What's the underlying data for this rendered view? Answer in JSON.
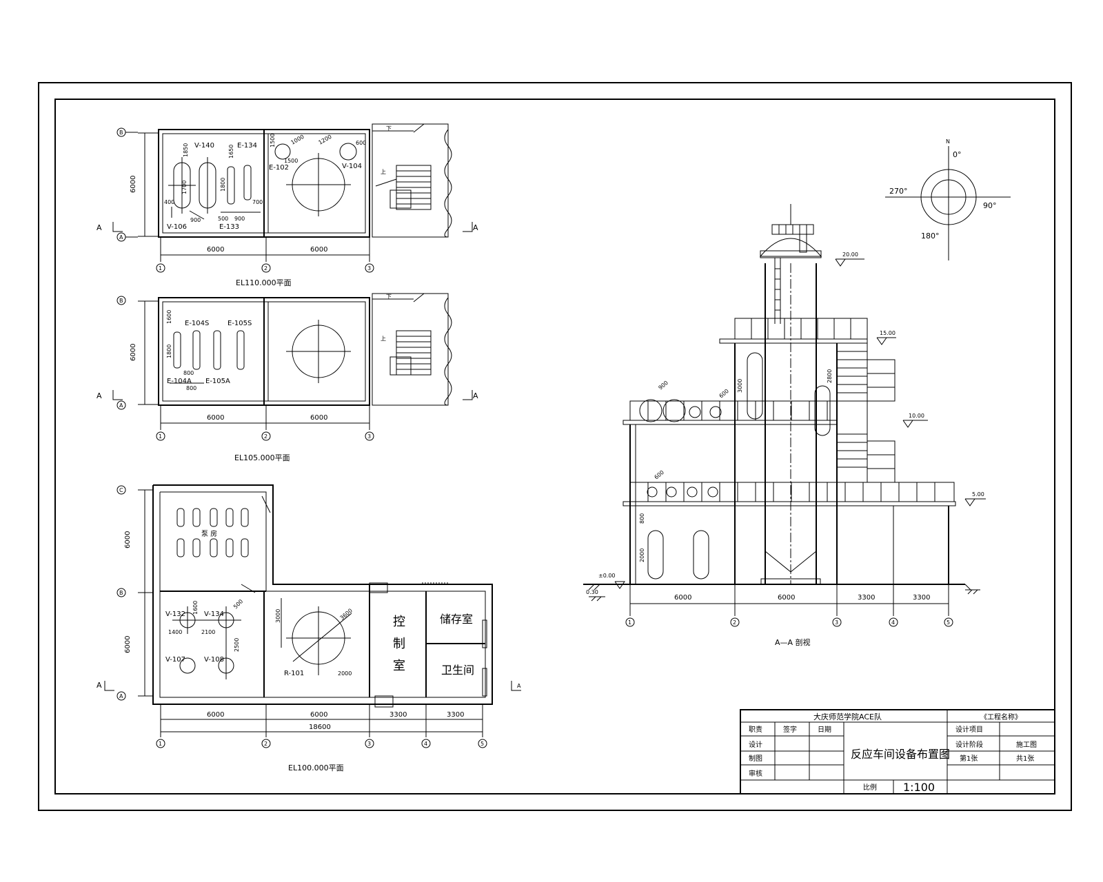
{
  "plan110": {
    "title": "EL110.000平面",
    "equipment": {
      "v140": "V-140",
      "e134": "E-134",
      "e102": "E-102",
      "v104": "V-104",
      "v106": "V-106",
      "e133": "E-133"
    },
    "dims": {
      "d1850": "1850",
      "d1650": "1650",
      "d1700": "1700",
      "d1800": "1800",
      "d400": "400",
      "d900": "900",
      "d500": "500",
      "d900b": "900",
      "d700": "700",
      "d1500a": "1500",
      "d1000": "1000",
      "d1200": "1200",
      "d600": "600",
      "d1500b": "1500",
      "d6000h": "6000",
      "d6000a": "6000",
      "d6000b": "6000"
    },
    "labels": {
      "down": "下",
      "up": "上",
      "secA": "A",
      "grid1": "1",
      "grid2": "2",
      "grid3": "3",
      "gridA": "A",
      "gridB": "B"
    }
  },
  "plan105": {
    "title": "EL105.000平面",
    "equipment": {
      "e104s": "E-104S",
      "e105s": "E-105S",
      "e104a": "E-104A",
      "e105a": "E-105A"
    },
    "dims": {
      "d1600": "1600",
      "d1800": "1800",
      "d800a": "800",
      "d800b": "800",
      "d6000h": "6000",
      "d6000a": "6000",
      "d6000b": "6000"
    },
    "labels": {
      "down": "下",
      "up": "上",
      "secA": "A",
      "grid1": "1",
      "grid2": "2",
      "grid3": "3",
      "gridA": "A",
      "gridB": "B"
    }
  },
  "plan100": {
    "title": "EL100.000平面",
    "equipment": {
      "v132": "V-132",
      "v134": "V-134",
      "v107": "V-107",
      "v108": "V-108",
      "r101": "R-101"
    },
    "rooms": {
      "pump": "泵 房",
      "control1": "控",
      "control2": "制",
      "control3": "室",
      "storage": "储存室",
      "toilet": "卫生间"
    },
    "dims": {
      "d1600": "1600",
      "d1400": "1400",
      "d2100": "2100",
      "d500": "500",
      "d2500": "2500",
      "d3000": "3000",
      "d3600": "3600",
      "d2000": "2000",
      "d6000h1": "6000",
      "d6000h2": "6000",
      "d6000a": "6000",
      "d6000b": "6000",
      "d3300a": "3300",
      "d3300b": "3300",
      "total": "18600"
    },
    "labels": {
      "secA": "A",
      "grid1": "1",
      "grid2": "2",
      "grid3": "3",
      "grid4": "4",
      "grid5": "5",
      "gridA": "A",
      "gridB": "B",
      "gridC": "C"
    }
  },
  "section": {
    "title": "A—A 剖视",
    "elevations": {
      "e20": "20.00",
      "e15": "15.00",
      "e10": "10.00",
      "e5": "5.00",
      "e0": "±0.00",
      "ground": "0.30"
    },
    "dims": {
      "d900": "900",
      "d600a": "600",
      "d3000": "3000",
      "d2800": "2800",
      "d600b": "600",
      "d800": "800",
      "d2000": "2000",
      "b1": "6000",
      "b2": "6000",
      "b3": "3300",
      "b4": "3300"
    },
    "grids": {
      "g1": "1",
      "g2": "2",
      "g3": "3",
      "g4": "4",
      "g5": "5"
    }
  },
  "compass": {
    "north": "N",
    "deg0": "0°",
    "deg90": "90°",
    "deg180": "180°",
    "deg270": "270°"
  },
  "titleblock": {
    "org": "大庆师范学院ACE队",
    "project": "《工程名称》",
    "role1": "职责",
    "role2": "签字",
    "role3": "日期",
    "design": "设计",
    "draw": "制图",
    "review": "审核",
    "drawing_title": "反应车间设备布置图",
    "design_project": "设计项目",
    "design_stage": "设计阶段",
    "stage_value": "施工图",
    "sheet_no": "第1张",
    "sheet_total": "共1张",
    "scale_label": "比例",
    "scale_value": "1:100"
  }
}
